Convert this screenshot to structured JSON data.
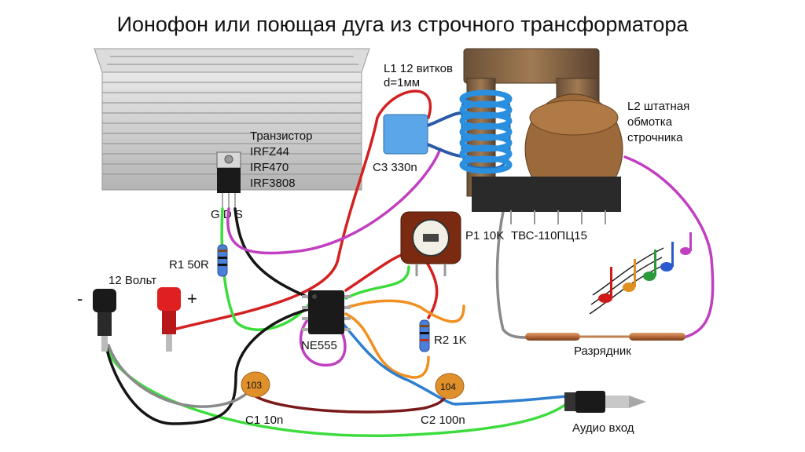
{
  "title": "Ионофон или поющая дуга из строчного трансформатора",
  "labels": {
    "l1_line1": "L1 12 витков",
    "l1_line2": "d=1мм",
    "l2_line1": "L2 штатная",
    "l2_line2": "обмотка",
    "l2_line3": "строчника",
    "transistor_title": "Транзистор",
    "transistor_1": "IRFZ44",
    "transistor_2": "IRF470",
    "transistor_3": "IRF3808",
    "pins": "G D S",
    "c3": "C3 330n",
    "r1": "R1 50R",
    "supply": "12 Вольт",
    "minus": "-",
    "plus": "+",
    "p1": "P1 10K",
    "tbc": "ТВС-110ПЦ15",
    "ne555": "NE555",
    "r2": "R2 1K",
    "gap": "Разрядник",
    "c1_code": "103",
    "c1": "C1 10n",
    "c2_code": "104",
    "c2": "C2 100n",
    "audio": "Аудио вход"
  },
  "colors": {
    "wire_red": "#d42020",
    "wire_green": "#3ddc3d",
    "wire_black": "#151515",
    "wire_grey": "#8a8a8a",
    "wire_violet": "#c040c0",
    "wire_orange": "#f09020",
    "wire_blue": "#2f7fd0",
    "wire_darkred": "#7a1a1a",
    "coil_blue": "#2b8fe0",
    "capacitor_blue": "#5aa6e8",
    "ceramic_cap": "#e0902a",
    "heatsink": "#c8c8c8",
    "transformer_core": "#8a6a4a"
  }
}
